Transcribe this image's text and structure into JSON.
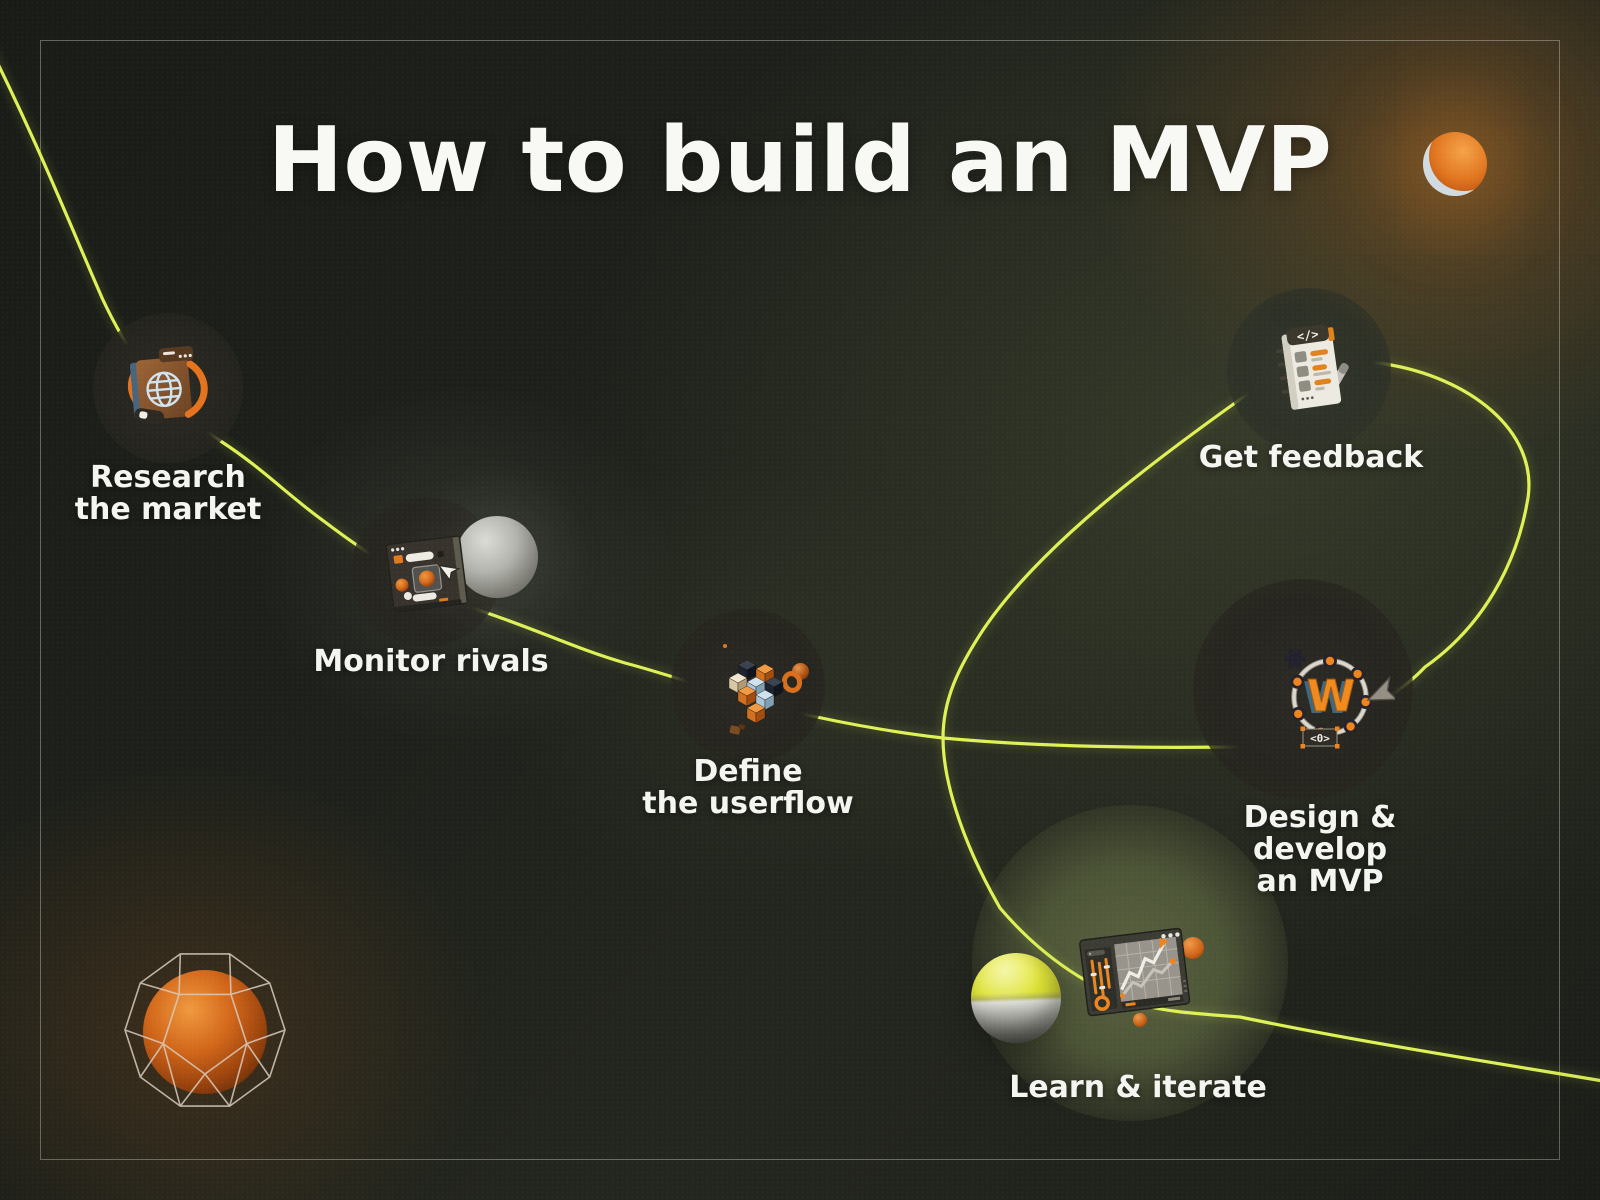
{
  "title": "How to build an MVP",
  "steps": [
    {
      "label": "Research\nthe market",
      "icon": "research-browser-globe-icon"
    },
    {
      "label": "Monitor rivals",
      "icon": "rival-app-window-icon"
    },
    {
      "label": "Define\nthe userflow",
      "icon": "userflow-voxel-cube-icon"
    },
    {
      "label": "Get feedback",
      "icon": "feedback-code-checklist-icon"
    },
    {
      "label": "Design & develop\nan MVP",
      "icon": "design-w-orbit-icon"
    },
    {
      "label": "Learn & iterate",
      "icon": "analytics-dashboard-icon"
    }
  ],
  "icons": {
    "feedback_header_glyph": "</>",
    "design_letter": "W",
    "design_tag_glyph": "<0>"
  },
  "colors": {
    "path_yellow": "#def156",
    "background": "#1e201b",
    "accent_orange": "#e5831f",
    "text": "#f4f5f1"
  },
  "decorations": {
    "top_right": "orange-sphere",
    "bottom_left": "wireframe-orange-ball",
    "beside_monitor": "gray-moon-sphere",
    "beside_learn": "yellow-chrome-sphere"
  }
}
